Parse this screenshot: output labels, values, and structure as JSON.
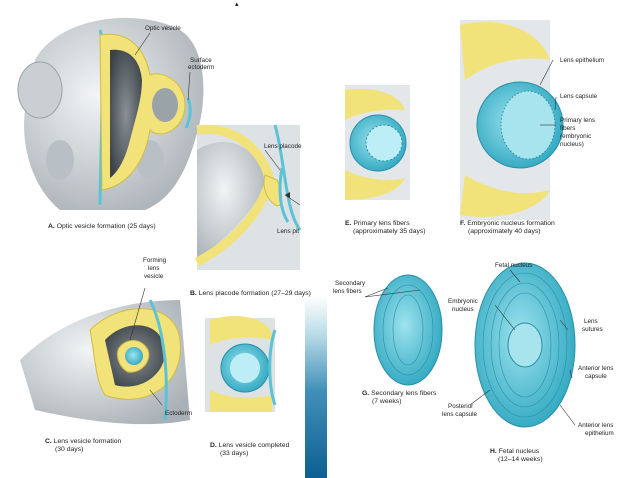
{
  "panels": {
    "A": {
      "letter": "A.",
      "caption": "Optic vesicle formation (25 days)",
      "labels": {
        "optic_vesicle": "Optic vesicle",
        "surface_ectoderm_1": "Surface",
        "surface_ectoderm_2": "ectoderm"
      }
    },
    "B": {
      "letter": "B.",
      "caption": "Lens placode formation (27–29 days)",
      "labels": {
        "lens_placode": "Lens placode",
        "lens_pit": "Lens pit"
      }
    },
    "C": {
      "letter": "C.",
      "caption_1": "Lens vesicle formation",
      "caption_2": "(30 days)",
      "labels": {
        "forming_1": "Forming",
        "forming_2": "lens",
        "forming_3": "vesicle",
        "ectoderm": "Ectoderm"
      }
    },
    "D": {
      "letter": "D.",
      "caption_1": "Lens vesicle completed",
      "caption_2": "(33 days)"
    },
    "E": {
      "letter": "E.",
      "caption_1": "Primary lens fibers",
      "caption_2": "(approximately 35 days)"
    },
    "F": {
      "letter": "F.",
      "caption_1": "Embryonic nucleus formation",
      "caption_2": "(approximately 40 days)",
      "labels": {
        "lens_epithelium": "Lens epithelium",
        "lens_capsule": "Lens capsule",
        "primary_1": "Primary lens",
        "primary_2": "fibers",
        "primary_3": "(embryonic",
        "primary_4": "nucleus)"
      }
    },
    "G": {
      "letter": "G.",
      "caption_1": "Secondary lens fibers",
      "caption_2": "(7 weeks)",
      "labels": {
        "secondary_1": "Secondary",
        "secondary_2": "lens fibers"
      }
    },
    "H": {
      "letter": "H.",
      "caption_1": "Fetal nucleus",
      "caption_2": "(12–14 weeks)",
      "labels": {
        "fetal_nucleus": "Fetal nucleus",
        "embryonic_1": "Embryonic",
        "embryonic_2": "nucleus",
        "lens_sutures_1": "Lens",
        "lens_sutures_2": "sutures",
        "anterior_capsule_1": "Anterior lens",
        "anterior_capsule_2": "capsule",
        "posterior_capsule_1": "Posterior",
        "posterior_capsule_2": "lens capsule",
        "anterior_epithelium_1": "Anterior lens",
        "anterior_epithelium_2": "epithelium"
      }
    }
  },
  "colors": {
    "lens_blue": "#5cc3d6",
    "ectoderm_yellow": "#f2e27a",
    "tissue_grey": "#c9cfd3",
    "background_blue": "#0d5f91"
  }
}
